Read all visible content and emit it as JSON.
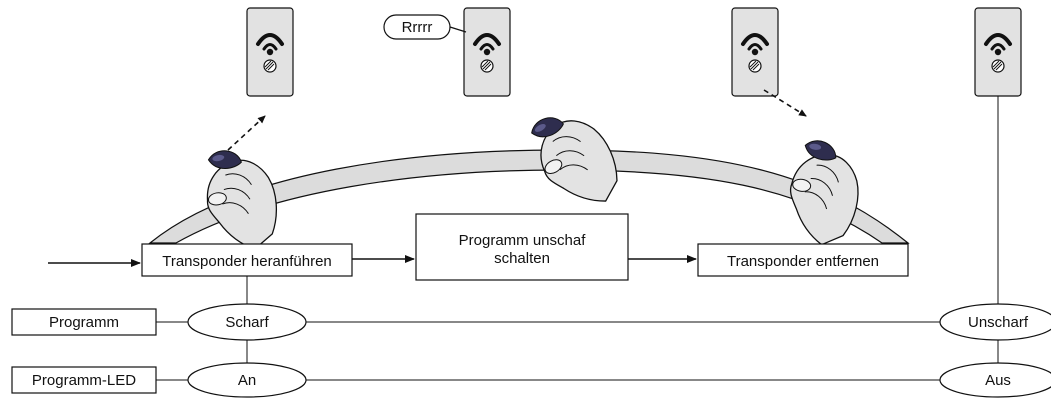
{
  "speech_bubble": {
    "text": "Rrrrr"
  },
  "process_steps": [
    {
      "label": "Transponder heranführen"
    },
    {
      "label_lines": [
        "Programm unschaf",
        "schalten"
      ]
    },
    {
      "label": "Transponder entfernen"
    }
  ],
  "state_rows": [
    {
      "label": "Programm",
      "start_state": "Scharf",
      "end_state": "Unscharf"
    },
    {
      "label": "Programm-LED",
      "start_state": "An",
      "end_state": "Aus"
    }
  ],
  "colors": {
    "line": "#111111",
    "device_body": "#e2e2e2",
    "arc_fill": "#dcdcdc",
    "hand_fill": "#e3e3e3",
    "fob": "#2e2d4e"
  },
  "icons": [
    "keypad-device-icon",
    "hand-with-transponder-icon",
    "speech-bubble-icon",
    "arrow-icon"
  ]
}
